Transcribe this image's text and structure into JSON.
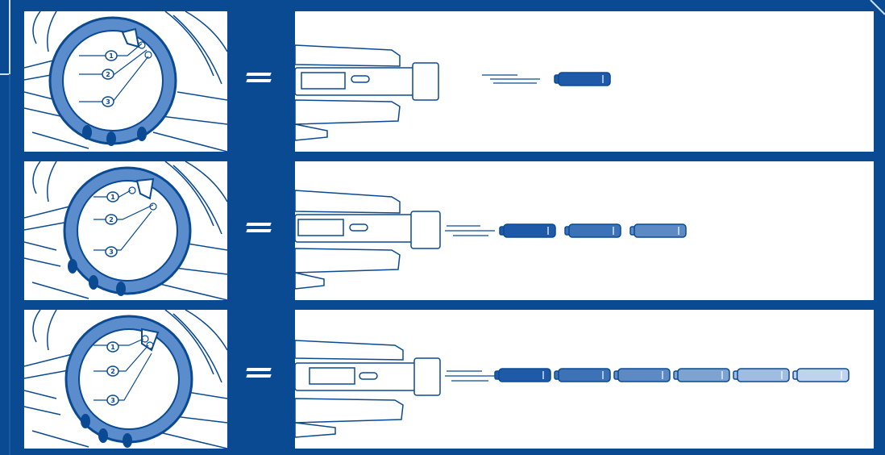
{
  "colors": {
    "background": "#0a4a93",
    "panel": "#ffffff",
    "line": "#0a4a93",
    "dial_ring": "#5b8ccc",
    "dart_levels": [
      "#1e5aa8",
      "#3e72b6",
      "#5d8ac4",
      "#7fa3d1",
      "#a0bcdf",
      "#c0d3ec"
    ]
  },
  "icons": {
    "equals": "equals-sign-icon",
    "dial": "mode-dial-icon",
    "blaster": "blaster-barrel-icon",
    "dart": "foam-dart-icon",
    "speed_lines": "motion-lines-icon"
  },
  "rows": [
    {
      "dial_labels": [
        "1",
        "2",
        "3"
      ],
      "dart_count": 1
    },
    {
      "dial_labels": [
        "1",
        "2",
        "3"
      ],
      "dart_count": 3
    },
    {
      "dial_labels": [
        "1",
        "2",
        "3"
      ],
      "dart_count": 6
    }
  ]
}
